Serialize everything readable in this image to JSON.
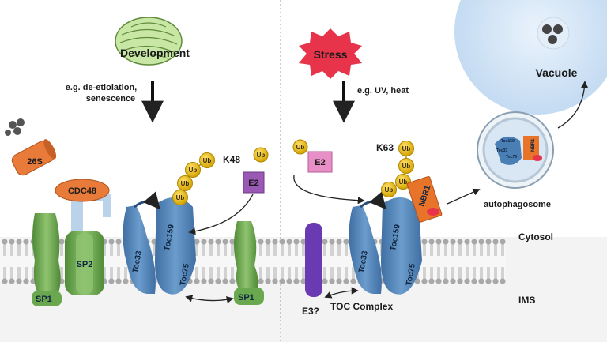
{
  "left": {
    "trigger": "Development",
    "trigger_examples": "e.g. de-etiolation,\nsenescence",
    "proteasome": "26S",
    "cdc48": "CDC48",
    "sp1_left": "SP1",
    "sp2": "SP2",
    "sp1_right": "SP1",
    "e2": "E2",
    "chain_type": "K48",
    "ub": "Ub",
    "toc33": "Toc33",
    "toc159": "Toc159",
    "toc75": "Toc75"
  },
  "right": {
    "trigger": "Stress",
    "trigger_examples": "e.g. UV, heat",
    "e2": "E2",
    "ub": "Ub",
    "chain_type": "K63",
    "nbr1": "NBR1",
    "toc33": "Toc33",
    "toc159": "Toc159",
    "toc75": "Toc75",
    "e3": "E3?",
    "complex": "TOC Complex",
    "autophagosome": "autophagosome",
    "vacuole": "Vacuole",
    "auto_nbr1": "NBR1",
    "auto_toc33": "Toc33",
    "auto_toc75": "Toc75",
    "auto_toc159": "Toc159"
  },
  "compartments": {
    "cytosol": "Cytosol",
    "ims": "IMS"
  },
  "colors": {
    "membrane_head": "#a8a8a8",
    "toc_blue": "#4a7fb5",
    "sp_green": "#6aa84f",
    "ub_yellow": "#e8b800",
    "e2_purple": "#9b59b6",
    "e2_pink": "#e88fc7",
    "e3_purple": "#6a3ab2",
    "nbr1_orange": "#e8742a",
    "stress_red": "#e8344a",
    "proteasome_orange": "#e87a3a",
    "vacuole_blue": "#cfe3f7"
  }
}
